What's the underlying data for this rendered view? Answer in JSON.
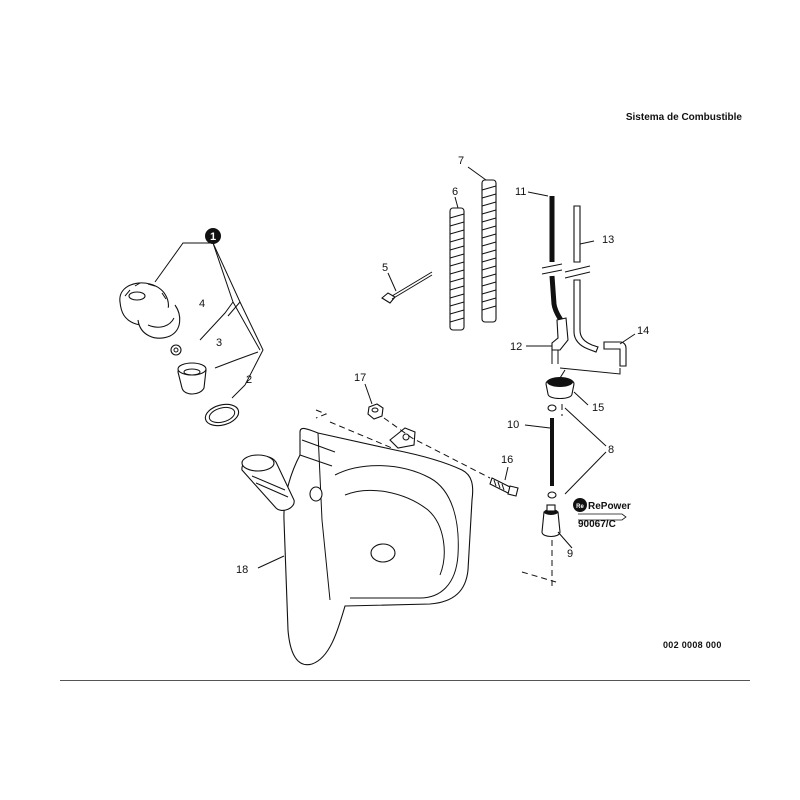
{
  "header": {
    "title": "Sistema de Combustible"
  },
  "footer": {
    "part_code": "002 0008 000"
  },
  "brand": {
    "name": "RePower",
    "code": "90067/C"
  },
  "callouts": {
    "c1": "1",
    "c2": "2",
    "c3": "3",
    "c4": "4",
    "c5": "5",
    "c6": "6",
    "c7": "7",
    "c8": "8",
    "c9": "9",
    "c10": "10",
    "c11": "11",
    "c12": "12",
    "c13": "13",
    "c14": "14",
    "c15": "15",
    "c16": "16",
    "c17": "17",
    "c18": "18"
  },
  "colors": {
    "ink": "#111111",
    "paper": "#ffffff"
  }
}
